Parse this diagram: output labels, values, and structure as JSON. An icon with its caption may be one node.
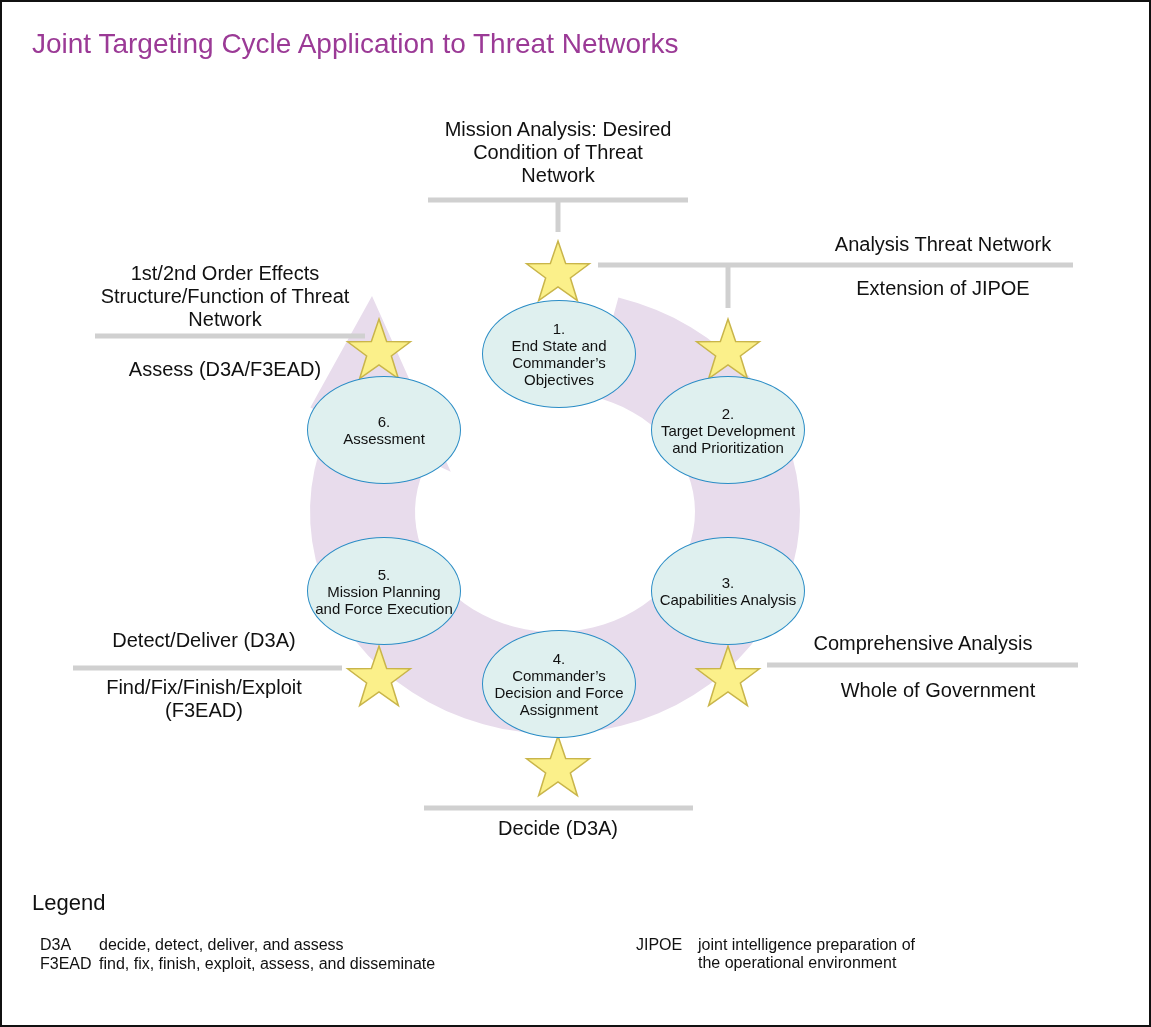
{
  "diagram": {
    "title": "Joint Targeting Cycle Application to Threat Networks",
    "nodes": [
      {
        "text": [
          "1.",
          "End State and Commander’s Objectives"
        ]
      },
      {
        "text": [
          "2.",
          "Target Development and Prioritization"
        ]
      },
      {
        "text": [
          "3.",
          "Capabilities Analysis"
        ]
      },
      {
        "text": [
          "4.",
          "Commander’s Decision and Force Assignment"
        ]
      },
      {
        "text": [
          "5.",
          "Mission Planning and Force Execution"
        ]
      },
      {
        "text": [
          "6.",
          "Assessment"
        ]
      }
    ],
    "labels": [
      "Mission Analysis: Desired Condition of Threat Network",
      "Analysis Threat Network",
      "1st/2nd Order Effects Structure/Function of Threat Network",
      "Extension of JIPOE",
      "Assess (D3A/F3EAD)",
      "Detect/Deliver (D3A)",
      "Comprehensive Analysis",
      "Find/Fix/Finish/Exploit (F3EAD)",
      "Whole of Government",
      "Decide (D3A)",
      "Legend",
      "D3A",
      "decide, detect, deliver, and assess",
      "JIPOE",
      "joint intelligence preparation of the operational environment",
      "F3EAD",
      "find, fix, finish, exploit, assess, and disseminate"
    ]
  }
}
